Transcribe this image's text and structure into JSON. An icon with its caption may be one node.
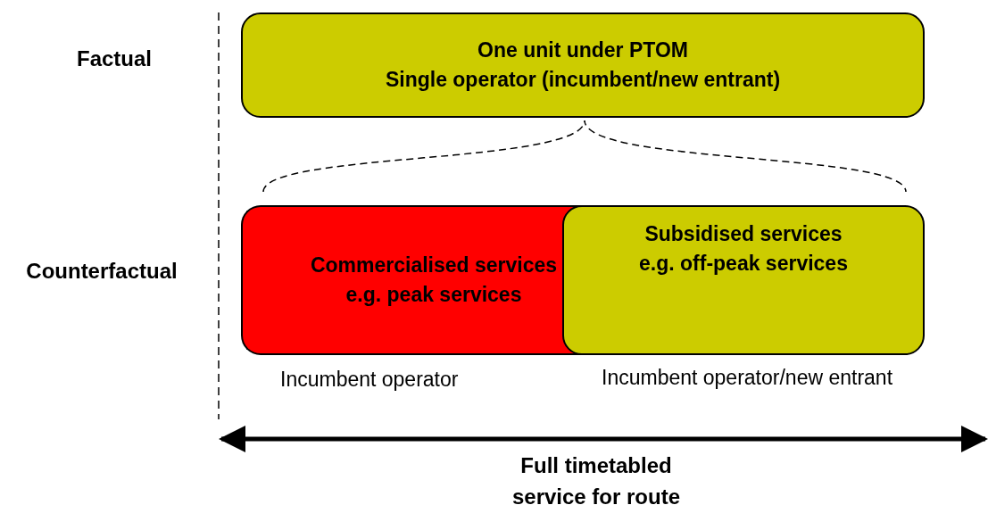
{
  "diagram": {
    "nodes": [
      {
        "text": [
          "One unit under PTOM",
          "Single operator (incumbent/new entrant)"
        ]
      },
      {
        "text": [
          "Commercialised services",
          "e.g. peak services"
        ],
        "beside": [
          "Incumbent operator"
        ]
      },
      {
        "text": [
          "Subsidised services",
          "e.g. off-peak services"
        ],
        "beside": [
          "Incumbent operator/new entrant"
        ]
      }
    ],
    "edges": [],
    "labels": [
      "Factual",
      "Counterfactual",
      "Full timetabled service for route"
    ]
  }
}
